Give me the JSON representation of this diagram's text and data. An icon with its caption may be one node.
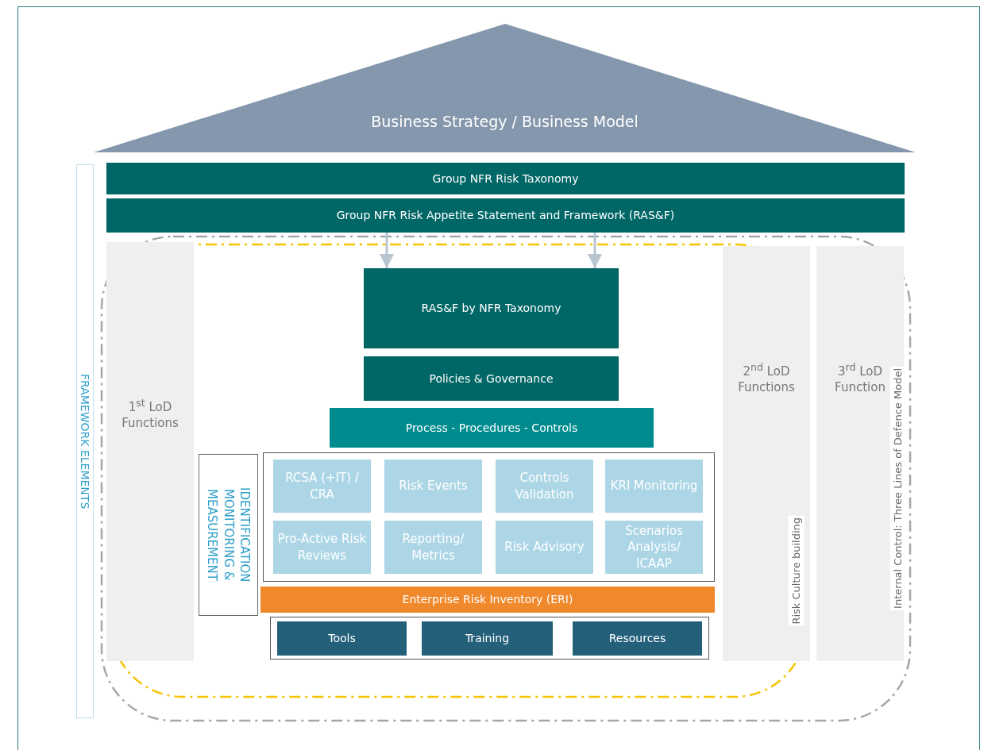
{
  "diagram": {
    "nodes": [
      {
        "text": [
          "Business Strategy / Business Model"
        ]
      },
      {
        "text": [
          "Group NFR Risk Taxonomy"
        ]
      },
      {
        "text": [
          "Group NFR Risk Appetite Statement and Framework (RAS&F)"
        ]
      },
      {
        "text": [
          "RAS&F by NFR Taxonomy"
        ]
      },
      {
        "text": [
          "Policies & Governance"
        ]
      },
      {
        "text": [
          "Process - Procedures - Controls"
        ]
      },
      {
        "text": [
          "IDENTIFICATION MONITORING & MEASUREMENT"
        ]
      },
      {
        "text": [],
        "shape": "box"
      },
      {
        "text": [
          "RCSA (+IT) / CRA"
        ],
        "in": 7
      },
      {
        "text": [
          "Risk Events"
        ],
        "in": 7
      },
      {
        "text": [
          "Controls Validation"
        ],
        "in": 7
      },
      {
        "text": [
          "KRI Monitoring"
        ],
        "in": 7
      },
      {
        "text": [
          "Pro-Active Risk Reviews"
        ],
        "in": 7
      },
      {
        "text": [
          "Reporting/ Metrics"
        ],
        "in": 7
      },
      {
        "text": [
          "Risk Advisory"
        ],
        "in": 7
      },
      {
        "text": [
          "Scenarios Analysis/ ICAAP"
        ],
        "in": 7
      },
      {
        "text": [
          "Enterprise Risk Inventory (ERI)"
        ]
      },
      {
        "text": [],
        "shape": "box"
      },
      {
        "text": [
          "Tools"
        ],
        "in": 17
      },
      {
        "text": [
          "Training"
        ],
        "in": 17
      },
      {
        "text": [
          "Resources"
        ],
        "in": 17
      },
      {
        "text": [
          "1$^{st}$ LoD Functions"
        ]
      },
      {
        "text": [
          "2$^{nd}$ LoD Functions"
        ]
      },
      {
        "text": [
          "3$^{rd}$ LoD Function"
        ]
      },
      {
        "text": [
          "FRAMEWORK ELEMENTS"
        ]
      }
    ],
    "labels": [
      "Risk Culture building",
      "Internal Control: Three Lines of Defence Model"
    ],
    "edges": [
      {
        "from": 2,
        "to": 3,
        "arrow": "to"
      },
      {
        "from": 2,
        "to": 3,
        "arrow": "to"
      }
    ]
  }
}
